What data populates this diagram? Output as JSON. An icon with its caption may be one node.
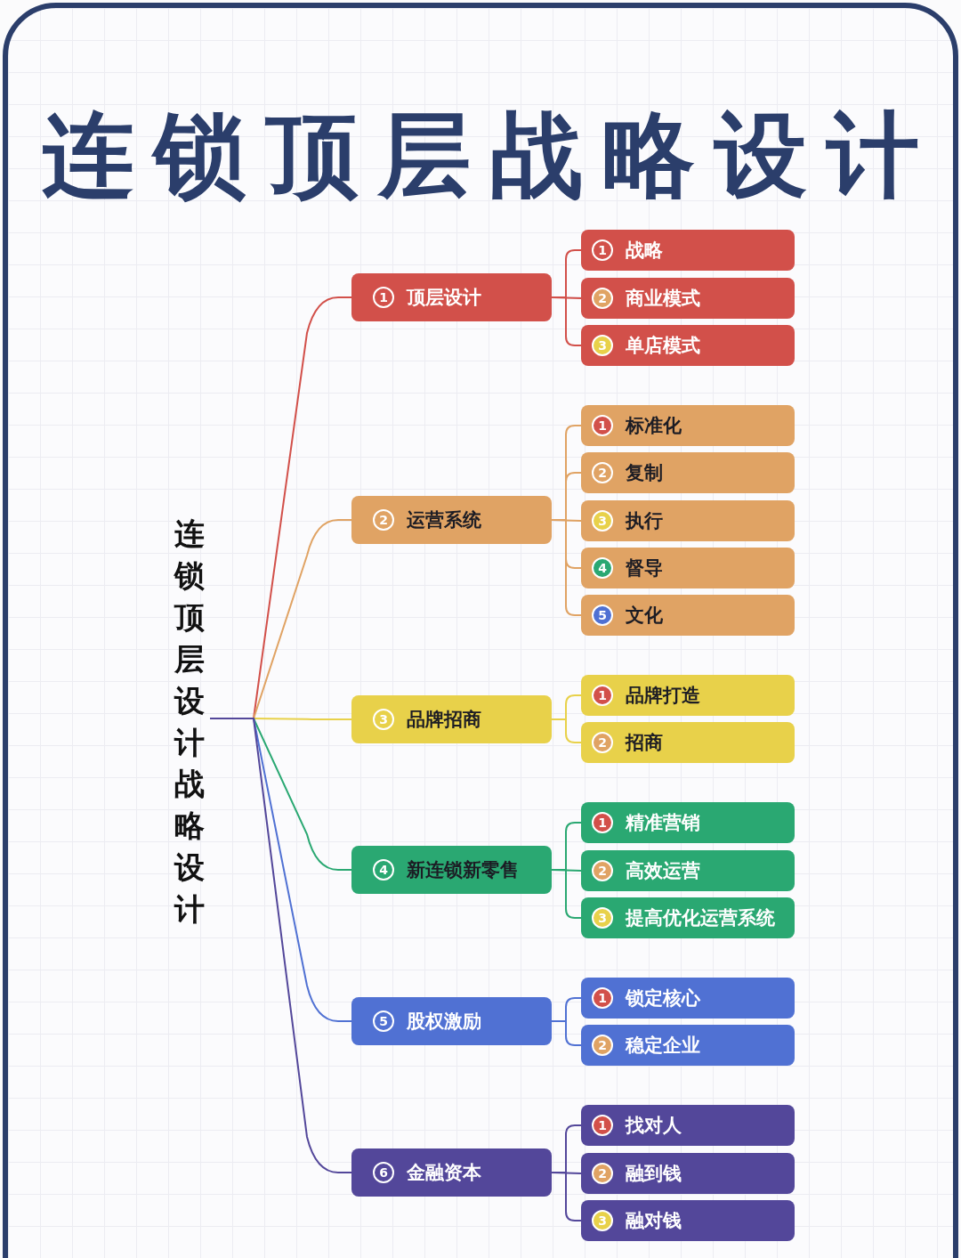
{
  "diagram": {
    "title": "连锁顶层战略设计",
    "nodes": [
      {
        "text": [
          "连锁顶层设计战略设计"
        ]
      },
      {
        "text": [
          "1",
          "顶层设计"
        ]
      },
      {
        "text": [
          "1",
          "战略"
        ]
      },
      {
        "text": [
          "2",
          "商业模式"
        ]
      },
      {
        "text": [
          "3",
          "单店模式"
        ]
      },
      {
        "text": [
          "2",
          "运营系统"
        ]
      },
      {
        "text": [
          "1",
          "标准化"
        ]
      },
      {
        "text": [
          "2",
          "复制"
        ]
      },
      {
        "text": [
          "3",
          "执行"
        ]
      },
      {
        "text": [
          "4",
          "督导"
        ]
      },
      {
        "text": [
          "5",
          "文化"
        ]
      },
      {
        "text": [
          "3",
          "品牌招商"
        ]
      },
      {
        "text": [
          "1",
          "品牌打造"
        ]
      },
      {
        "text": [
          "2",
          "招商"
        ]
      },
      {
        "text": [
          "4",
          "新连锁新零售"
        ]
      },
      {
        "text": [
          "1",
          "精准营销"
        ]
      },
      {
        "text": [
          "2",
          "高效运营"
        ]
      },
      {
        "text": [
          "3",
          "提高优化运营系统"
        ]
      },
      {
        "text": [
          "5",
          "股权激励"
        ]
      },
      {
        "text": [
          "1",
          "锁定核心"
        ]
      },
      {
        "text": [
          "2",
          "稳定企业"
        ]
      },
      {
        "text": [
          "6",
          "金融资本"
        ]
      },
      {
        "text": [
          "1",
          "找对人"
        ]
      },
      {
        "text": [
          "2",
          "融到钱"
        ]
      },
      {
        "text": [
          "3",
          "融对钱"
        ]
      }
    ],
    "edges": [
      {
        "from": 0,
        "to": 1,
        "arrow": "none",
        "color": "#d2504a"
      },
      {
        "from": 1,
        "to": 2,
        "arrow": "none",
        "color": "#d2504a"
      },
      {
        "from": 1,
        "to": 3,
        "arrow": "none",
        "color": "#d2504a"
      },
      {
        "from": 1,
        "to": 4,
        "arrow": "none",
        "color": "#d2504a"
      },
      {
        "from": 0,
        "to": 5,
        "arrow": "none",
        "color": "#e0a364"
      },
      {
        "from": 5,
        "to": 6,
        "arrow": "none",
        "color": "#e0a364"
      },
      {
        "from": 5,
        "to": 7,
        "arrow": "none",
        "color": "#e0a364"
      },
      {
        "from": 5,
        "to": 8,
        "arrow": "none",
        "color": "#e0a364"
      },
      {
        "from": 5,
        "to": 9,
        "arrow": "none",
        "color": "#e0a364"
      },
      {
        "from": 5,
        "to": 10,
        "arrow": "none",
        "color": "#e0a364"
      },
      {
        "from": 0,
        "to": 11,
        "arrow": "none",
        "color": "#e8d14a"
      },
      {
        "from": 11,
        "to": 12,
        "arrow": "none",
        "color": "#e8d14a"
      },
      {
        "from": 11,
        "to": 13,
        "arrow": "none",
        "color": "#e8d14a"
      },
      {
        "from": 0,
        "to": 14,
        "arrow": "none",
        "color": "#2aa872"
      },
      {
        "from": 14,
        "to": 15,
        "arrow": "none",
        "color": "#2aa872"
      },
      {
        "from": 14,
        "to": 16,
        "arrow": "none",
        "color": "#2aa872"
      },
      {
        "from": 14,
        "to": 17,
        "arrow": "none",
        "color": "#2aa872"
      },
      {
        "from": 0,
        "to": 18,
        "arrow": "none",
        "color": "#5071d3"
      },
      {
        "from": 18,
        "to": 19,
        "arrow": "none",
        "color": "#5071d3"
      },
      {
        "from": 18,
        "to": 20,
        "arrow": "none",
        "color": "#5071d3"
      },
      {
        "from": 0,
        "to": 21,
        "arrow": "none",
        "color": "#53479a"
      },
      {
        "from": 21,
        "to": 22,
        "arrow": "none",
        "color": "#53479a"
      },
      {
        "from": 21,
        "to": 23,
        "arrow": "none",
        "color": "#53479a"
      },
      {
        "from": 21,
        "to": 24,
        "arrow": "none",
        "color": "#53479a"
      }
    ]
  }
}
